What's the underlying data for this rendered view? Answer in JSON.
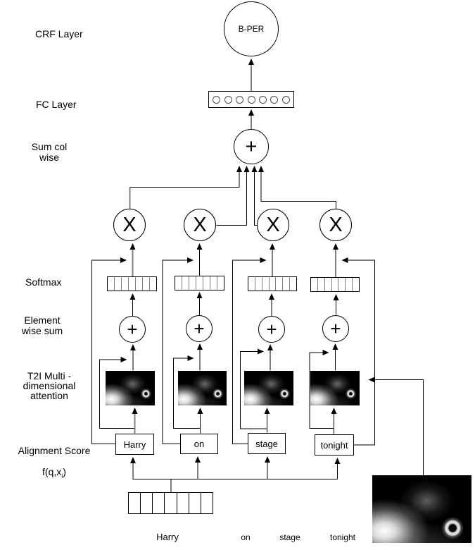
{
  "diagram": {
    "side_labels": {
      "crf": "CRF Layer",
      "fc": "FC Layer",
      "sum_col": "Sum col\nwise",
      "softmax": "Softmax",
      "element_wise": "Element\nwise sum",
      "t2i": "T2I Multi -\ndimensional\nattention",
      "alignment": "Alignment Score",
      "alignment_fn_prefix": "f(q,x",
      "alignment_fn_sub": "i",
      "alignment_fn_suffix": ")"
    },
    "crf_output_label": "B-PER",
    "operators": {
      "sum": "+",
      "multiply": "X"
    },
    "columns": [
      {
        "word": "Harry"
      },
      {
        "word": "on"
      },
      {
        "word": "stage"
      },
      {
        "word": "tonight"
      }
    ],
    "sentence_tokens": [
      "Harry",
      "on",
      "stage",
      "tonight"
    ],
    "fc_units": 7,
    "vector_cells": 7,
    "colors": {
      "line": "#000000",
      "highlight_line": "#808080",
      "cell_divider": "#7d7d7d"
    }
  }
}
